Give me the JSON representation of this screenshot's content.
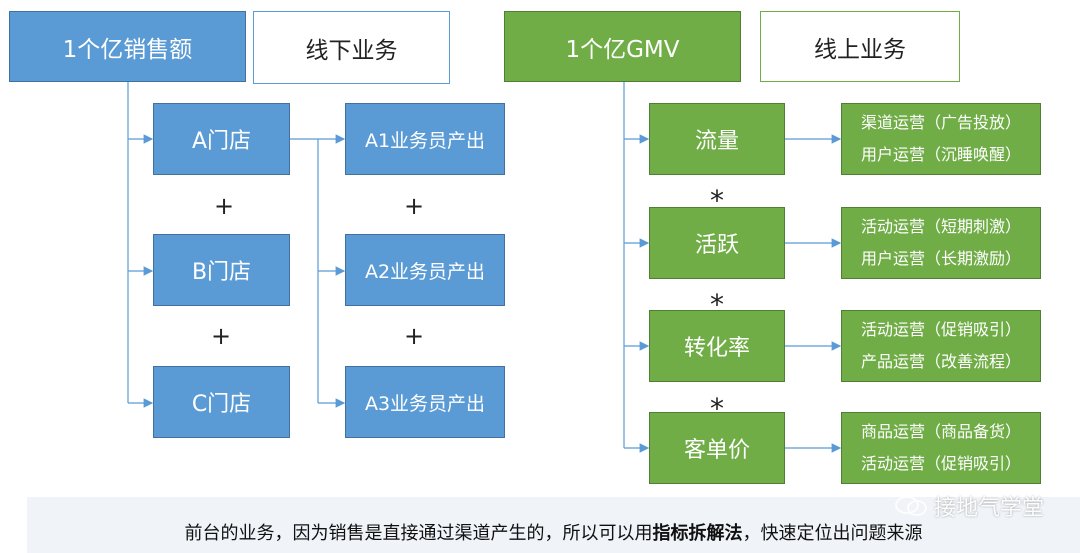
{
  "offline": {
    "root": "1个亿销售额",
    "tag": "线下业务",
    "stores": [
      "A门店",
      "B门店",
      "C门店"
    ],
    "staff": [
      "A1业务员产出",
      "A2业务员产出",
      "A3业务员产出"
    ],
    "plus": "+"
  },
  "online": {
    "root": "1个亿GMV",
    "tag": "线上业务",
    "metrics": [
      "流量",
      "活跃",
      "转化率",
      "客单价"
    ],
    "times": "*",
    "actions": [
      [
        "渠道运营（广告投放）",
        "用户运营（沉睡唤醒）"
      ],
      [
        "活动运营（短期刺激）",
        "用户运营（长期激励）"
      ],
      [
        "活动运营（促销吸引）",
        "产品运营（改善流程）"
      ],
      [
        "商品运营（商品备货）",
        "活动运营（促销吸引）"
      ]
    ]
  },
  "footer": {
    "before": "前台的业务，因为销售是直接通过渠道产生的，所以可以用",
    "bold": "指标拆解法",
    "after": "，快速定位出问题来源"
  },
  "watermark": "接地气学堂",
  "colors": {
    "blue": "#5b9bd5",
    "green": "#70ad47",
    "connector": "#5b9bd5"
  }
}
